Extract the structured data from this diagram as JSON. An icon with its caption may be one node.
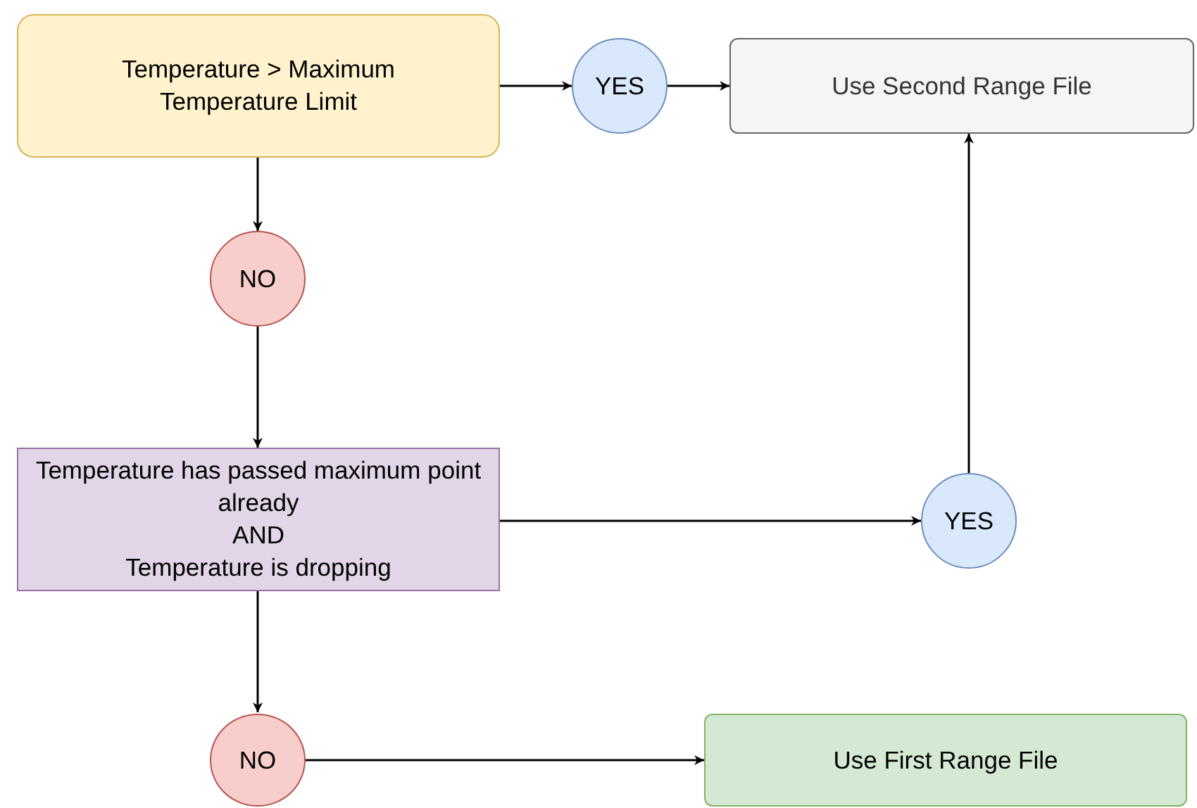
{
  "diagram": {
    "nodes": [
      {
        "text": [
          "Temperature > Maximum Temperature Limit"
        ]
      },
      {
        "text": [
          "YES"
        ]
      },
      {
        "text": [
          "Use Second Range File"
        ]
      },
      {
        "text": [
          "NO"
        ]
      },
      {
        "text": [
          "Temperature has passed maximum point already",
          "AND",
          "Temperature is dropping"
        ]
      },
      {
        "text": [
          "YES"
        ]
      },
      {
        "text": [
          "NO"
        ]
      },
      {
        "text": [
          "Use First Range File"
        ]
      }
    ],
    "edges": [
      {
        "from": 0,
        "to": 1,
        "arrow": "to"
      },
      {
        "from": 1,
        "to": 2,
        "arrow": "to"
      },
      {
        "from": 0,
        "to": 3,
        "arrow": "to"
      },
      {
        "from": 3,
        "to": 4,
        "arrow": "to"
      },
      {
        "from": 4,
        "to": 5,
        "arrow": "to"
      },
      {
        "from": 5,
        "to": 2,
        "arrow": "to"
      },
      {
        "from": 4,
        "to": 6,
        "arrow": "to"
      },
      {
        "from": 6,
        "to": 7,
        "arrow": "to"
      }
    ]
  }
}
